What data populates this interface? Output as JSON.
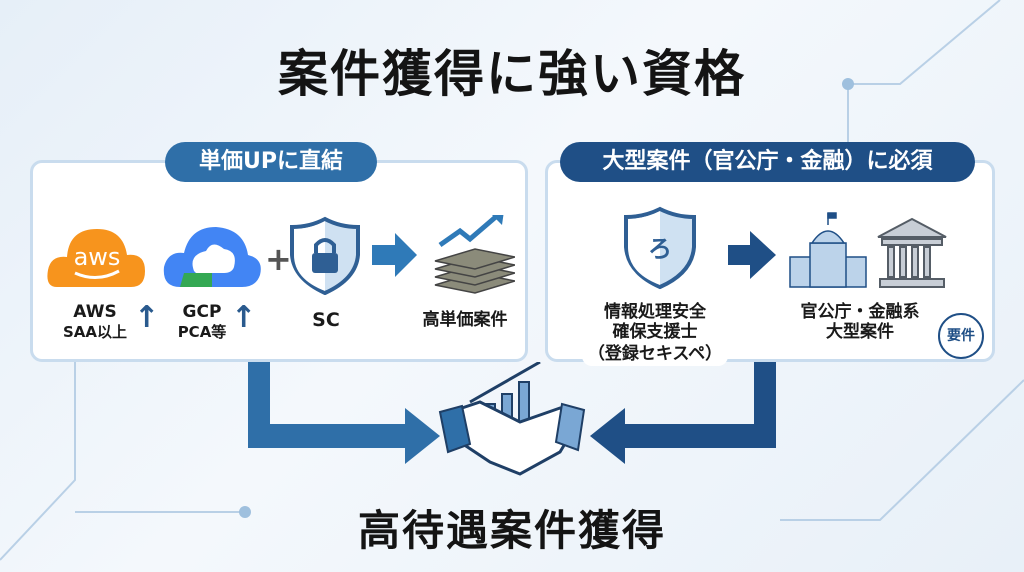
{
  "title": "案件獲得に強い資格",
  "left_panel": {
    "heading": "単価UPに直結",
    "aws_line1": "AWS",
    "aws_line2": "SAA以上",
    "aws_logo_text": "aws",
    "gcp_line1": "GCP",
    "gcp_line2": "PCA等",
    "plus": "+",
    "sc": "SC",
    "result": "高単価案件"
  },
  "right_panel": {
    "heading": "大型案件（官公庁・金融）に必須",
    "cert_line1": "情報処理安全",
    "cert_line2": "確保支援士",
    "cert_line3": "（登録セキスペ）",
    "target_line1": "官公庁・金融系",
    "target_line2": "大型案件",
    "badge": "要件"
  },
  "bottom_label": "高待遇案件獲得",
  "colors": {
    "accent": "#2f6fa8",
    "navy": "#1f4f86",
    "aws": "#f7941d"
  }
}
